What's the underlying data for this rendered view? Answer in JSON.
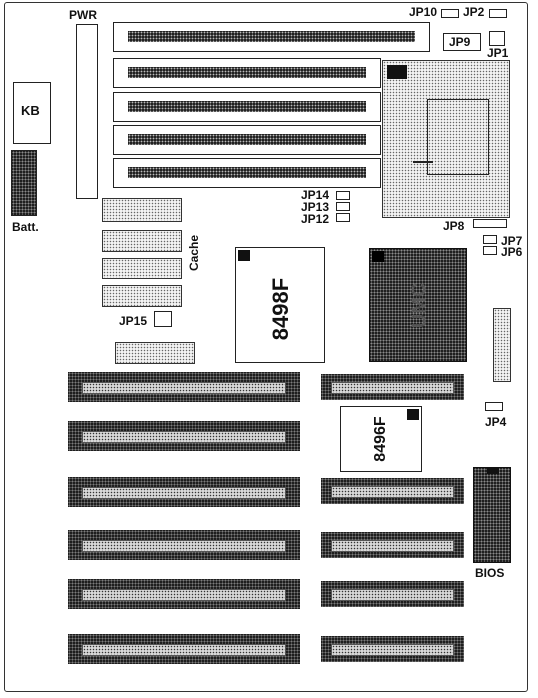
{
  "labels": {
    "pwr": "PWR",
    "kb": "KB",
    "batt": "Batt.",
    "cache": "Cache",
    "bios": "BIOS",
    "jp1": "JP1",
    "jp2": "JP2",
    "jp4": "JP4",
    "jp6": "JP6",
    "jp7": "JP7",
    "jp8": "JP8",
    "jp9": "JP9",
    "jp10": "JP10",
    "jp12": "JP12",
    "jp13": "JP13",
    "jp14": "JP14",
    "jp15": "JP15",
    "chip_large": "8498F",
    "chip_small": "8496F",
    "chip_dark": "UMC"
  }
}
